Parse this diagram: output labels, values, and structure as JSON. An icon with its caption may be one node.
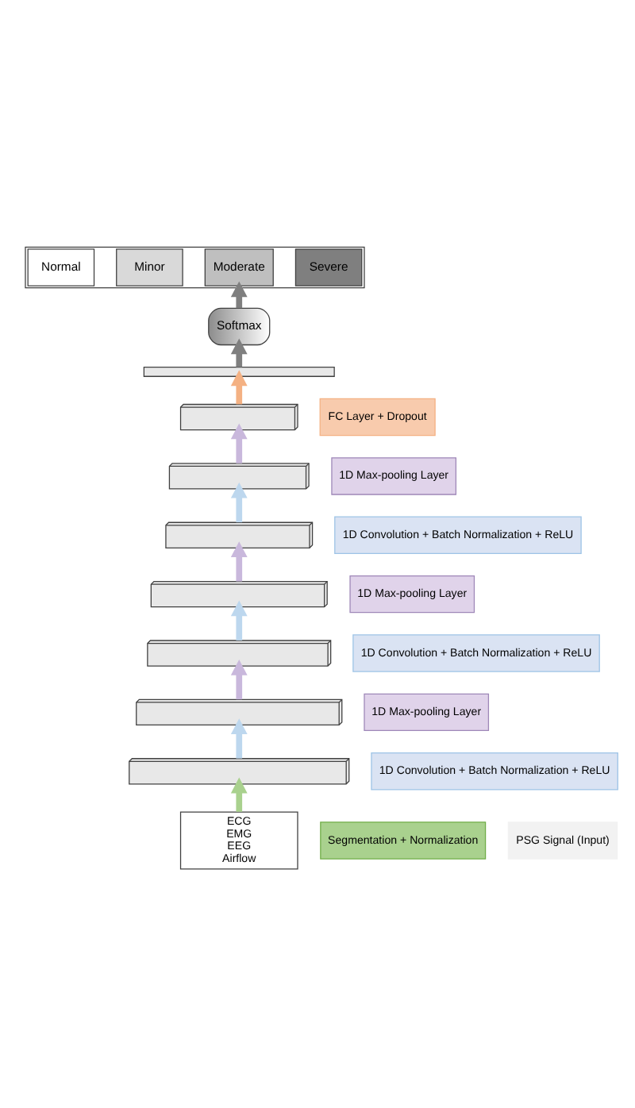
{
  "diagram": {
    "nodes": [
      {
        "text": [],
        "shape": "box"
      },
      {
        "text": [
          "Normal"
        ],
        "in": 0
      },
      {
        "text": [
          "Minor"
        ],
        "in": 0
      },
      {
        "text": [
          "Moderate"
        ],
        "in": 0
      },
      {
        "text": [
          "Severe"
        ],
        "in": 0
      },
      {
        "text": [
          "Softmax"
        ]
      },
      {
        "text": [],
        "shape": "bar"
      },
      {
        "text": [
          "FC Layer + Dropout"
        ]
      },
      {
        "text": [],
        "shape": "box"
      },
      {
        "text": [
          "1D Max-pooling Layer"
        ]
      },
      {
        "text": [],
        "shape": "box"
      },
      {
        "text": [
          "1D Convolution + Batch Normalization + ReLU"
        ]
      },
      {
        "text": [],
        "shape": "box"
      },
      {
        "text": [
          "1D Max-pooling Layer"
        ]
      },
      {
        "text": [],
        "shape": "box"
      },
      {
        "text": [
          "1D Convolution + Batch Normalization + ReLU"
        ]
      },
      {
        "text": [],
        "shape": "box"
      },
      {
        "text": [
          "1D Max-pooling Layer"
        ]
      },
      {
        "text": [],
        "shape": "box"
      },
      {
        "text": [
          "1D Convolution + Batch Normalization + ReLU"
        ]
      },
      {
        "text": [],
        "shape": "box"
      },
      {
        "text": [
          "Segmentation + Normalization"
        ]
      },
      {
        "text": [
          "ECG",
          "EMG",
          "EEG",
          "Airflow"
        ]
      },
      {
        "text": [
          "PSG Signal (Input)"
        ]
      }
    ],
    "edges": [
      {
        "from": 22,
        "to": 20,
        "arrow": "to",
        "color": "#a9d18e"
      },
      {
        "from": 20,
        "to": 18,
        "arrow": "to",
        "color": "#bdd7ee"
      },
      {
        "from": 18,
        "to": 16,
        "arrow": "to",
        "color": "#c9b8dc"
      },
      {
        "from": 16,
        "to": 14,
        "arrow": "to",
        "color": "#bdd7ee"
      },
      {
        "from": 14,
        "to": 12,
        "arrow": "to",
        "color": "#c9b8dc"
      },
      {
        "from": 12,
        "to": 10,
        "arrow": "to",
        "color": "#bdd7ee"
      },
      {
        "from": 10,
        "to": 8,
        "arrow": "to",
        "color": "#c9b8dc"
      },
      {
        "from": 8,
        "to": 6,
        "arrow": "to",
        "color": "#f4b183"
      },
      {
        "from": 6,
        "to": 5,
        "arrow": "to",
        "color": "#7f7f7f"
      },
      {
        "from": 5,
        "to": 0,
        "arrow": "to",
        "color": "#7f7f7f"
      }
    ]
  }
}
